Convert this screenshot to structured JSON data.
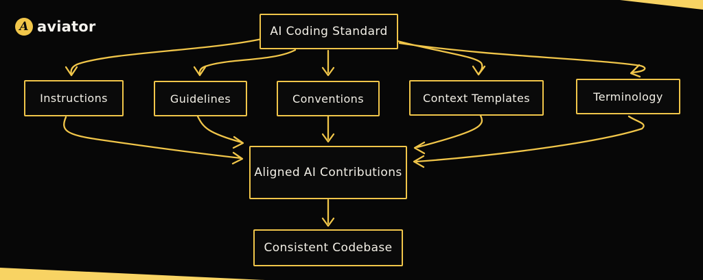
{
  "brand": {
    "logo_letter": "A",
    "logo_text": "aviator"
  },
  "colors": {
    "background": "#070707",
    "stroke_yellow": "#f1c64a",
    "corner_wedge_yellow": "#f8d363",
    "node_text": "#f2efe6",
    "logo_circle": "#f1c64a",
    "logo_text": "#f5f3ee"
  },
  "diagram": {
    "root": {
      "label": "AI Coding Standard"
    },
    "branches": [
      {
        "label": "Instructions"
      },
      {
        "label": "Guidelines"
      },
      {
        "label": "Conventions"
      },
      {
        "label": "Context Templates"
      },
      {
        "label": "Terminology"
      }
    ],
    "merge": {
      "label": "Aligned AI Contributions"
    },
    "outcome": {
      "label": "Consistent Codebase"
    },
    "edges": [
      {
        "from": "AI Coding Standard",
        "to": "Instructions"
      },
      {
        "from": "AI Coding Standard",
        "to": "Guidelines"
      },
      {
        "from": "AI Coding Standard",
        "to": "Conventions"
      },
      {
        "from": "AI Coding Standard",
        "to": "Context Templates"
      },
      {
        "from": "AI Coding Standard",
        "to": "Terminology"
      },
      {
        "from": "Instructions",
        "to": "Aligned AI Contributions"
      },
      {
        "from": "Guidelines",
        "to": "Aligned AI Contributions"
      },
      {
        "from": "Conventions",
        "to": "Aligned AI Contributions"
      },
      {
        "from": "Context Templates",
        "to": "Aligned AI Contributions"
      },
      {
        "from": "Terminology",
        "to": "Aligned AI Contributions"
      },
      {
        "from": "Aligned AI Contributions",
        "to": "Consistent Codebase"
      }
    ]
  }
}
